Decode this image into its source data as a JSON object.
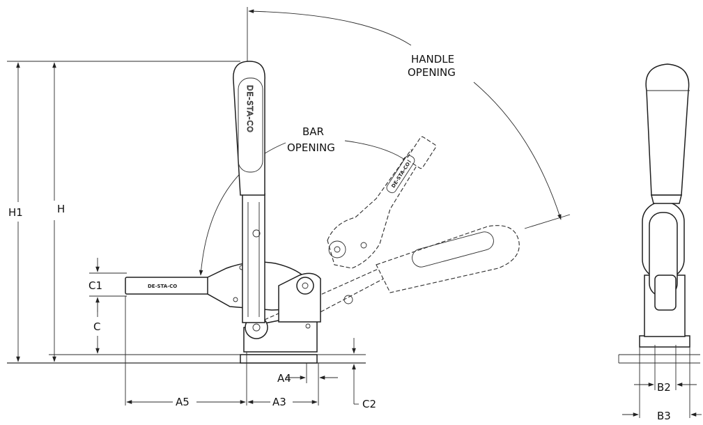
{
  "labels": {
    "handle_opening_1": "HANDLE",
    "handle_opening_2": "OPENING",
    "bar_opening_1": "BAR",
    "bar_opening_2": "OPENING"
  },
  "dimensions": {
    "h1": "H1",
    "h": "H",
    "c1": "C1",
    "c": "C",
    "a5": "A5",
    "a3": "A3",
    "a4": "A4",
    "c2": "C2",
    "b2": "B2",
    "b3": "B3"
  },
  "brand": {
    "bar": "DE-STA-CO",
    "handle": "DE-STA-CO"
  }
}
